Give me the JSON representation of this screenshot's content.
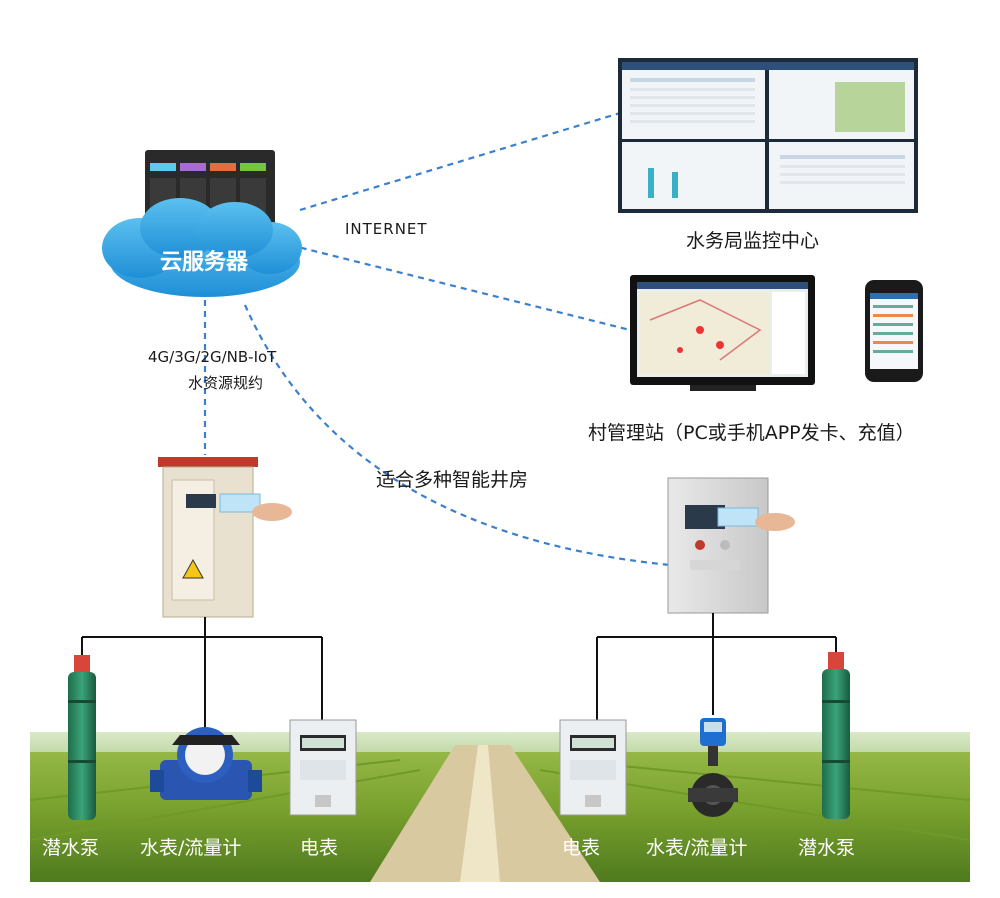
{
  "diagram": {
    "cloud_server": "云服务器",
    "internet": "INTERNET",
    "protocol_line1": "4G/3G/2G/NB-IoT",
    "protocol_line2": "水资源规约",
    "monitor_center": "水务局监控中心",
    "village_station": "村管理站（PC或手机APP发卡、充值）",
    "well_house_note": "适合多种智能井房",
    "left_group": [
      "潜水泵",
      "水表/流量计",
      "电表"
    ],
    "right_group": [
      "电表",
      "水表/流量计",
      "潜水泵"
    ]
  }
}
